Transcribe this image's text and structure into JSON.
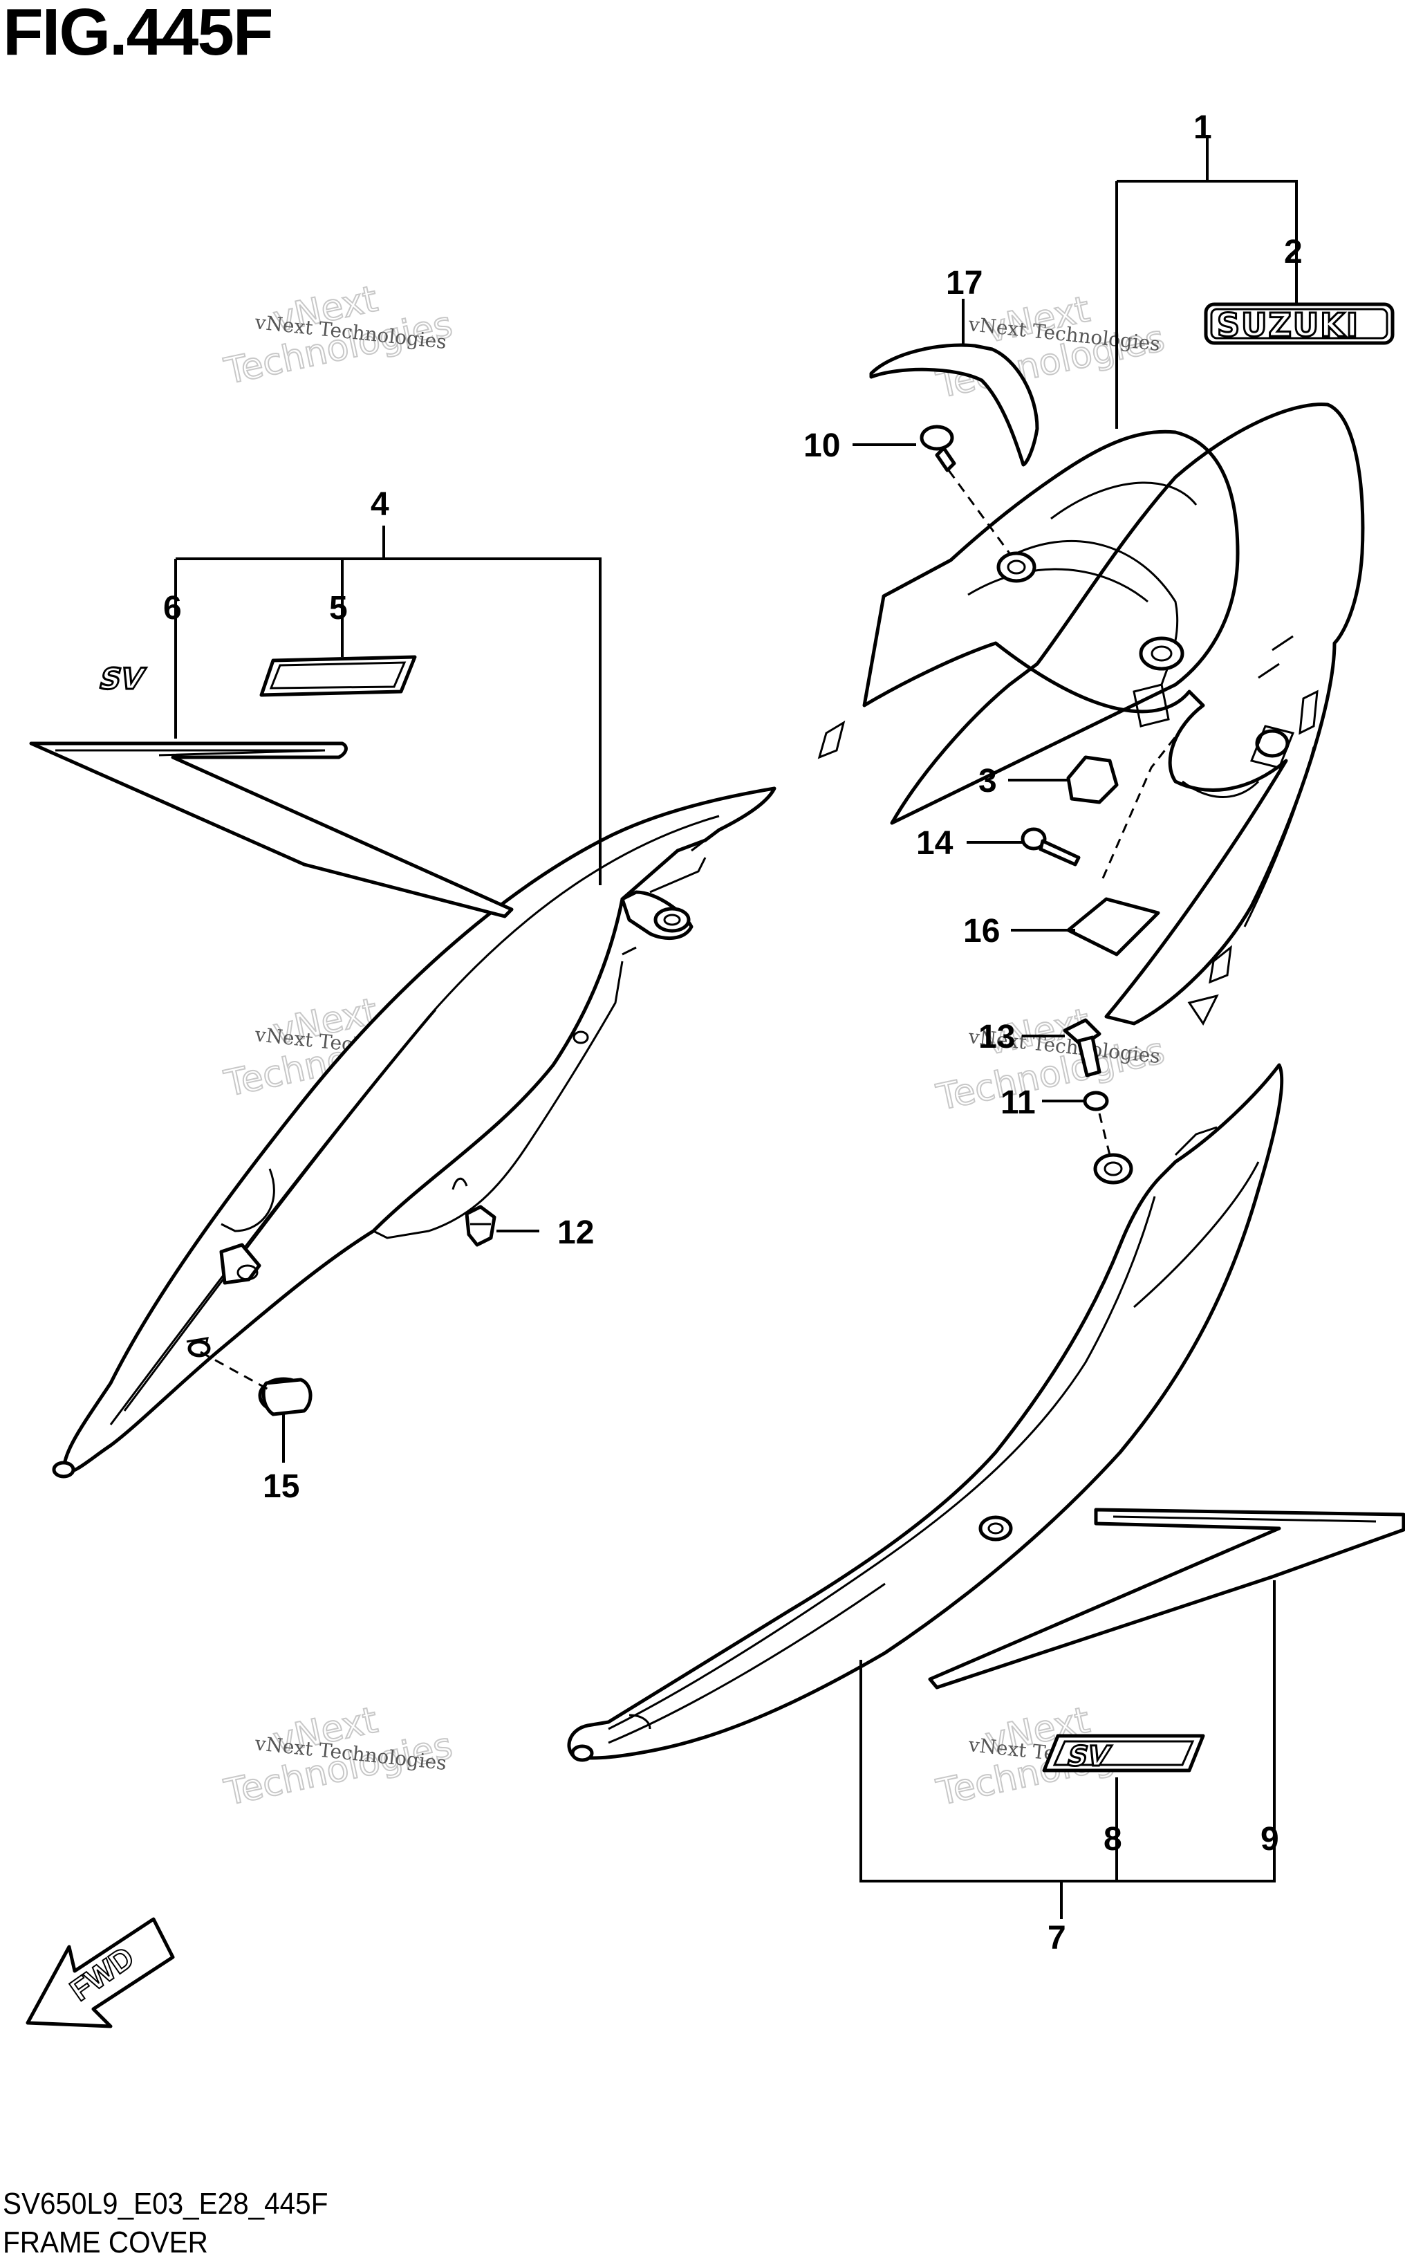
{
  "figure_title": "FIG.445F",
  "footer": {
    "code": "SV650L9_E03_E28_445F",
    "name": "FRAME COVER"
  },
  "watermark": {
    "small": "vNext Technologies",
    "big_top": "vNext",
    "big_bottom": "Technologies"
  },
  "emblems": {
    "suzuki": "SUZUKI",
    "sv": "SV",
    "fwd": "FWD"
  },
  "callouts": [
    "1",
    "2",
    "3",
    "4",
    "5",
    "6",
    "7",
    "8",
    "9",
    "10",
    "11",
    "12",
    "13",
    "14",
    "15",
    "16",
    "17"
  ]
}
